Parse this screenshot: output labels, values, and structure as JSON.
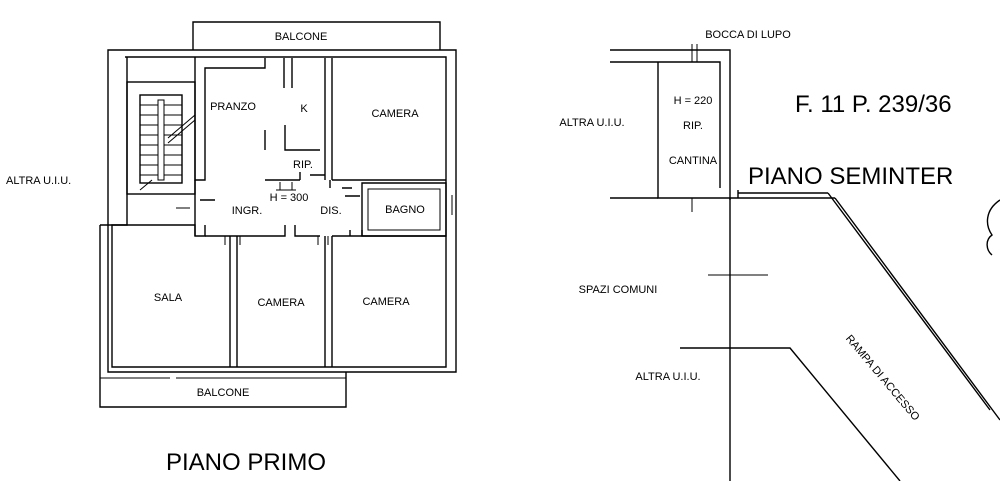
{
  "first_floor": {
    "title": "PIANO PRIMO",
    "neighbor": "ALTRA U.I.U.",
    "rooms": {
      "balcony_top": "BALCONE",
      "dining": "PRANZO",
      "kitchen": "K",
      "bedroom_top": "CAMERA",
      "storage": "RIP.",
      "height": "H = 300",
      "entrance": "INGR.",
      "landing": "DIS.",
      "bathroom": "BAGNO",
      "living": "SALA",
      "bedroom_mid": "CAMERA",
      "bedroom_right": "CAMERA",
      "balcony_bottom": "BALCONE"
    }
  },
  "basement": {
    "title_line1": "F. 11 P. 239/36",
    "title_line2": "PIANO SEMINTER",
    "window_well": "BOCCA DI LUPO",
    "neighbor_top": "ALTRA U.I.U.",
    "height": "H = 220",
    "storage": "RIP.",
    "cellar": "CANTINA",
    "common_areas": "SPAZI COMUNI",
    "neighbor_bottom": "ALTRA U.I.U.",
    "ramp": "RAMPA DI ACCESSO"
  }
}
